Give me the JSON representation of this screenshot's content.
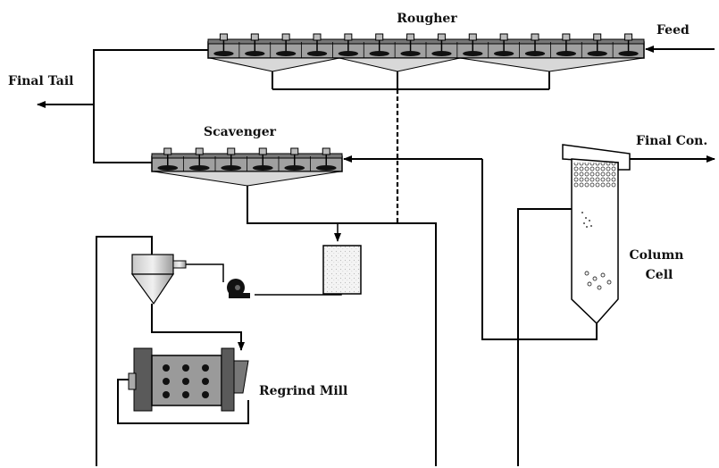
{
  "labels": {
    "rougher": "Rougher",
    "feed": "Feed",
    "final_tail": "Final Tail",
    "scavenger": "Scavenger",
    "final_con": "Final Con.",
    "column_line1": "Column",
    "column_line2": "Cell",
    "regrind_mill": "Regrind Mill"
  },
  "units": {
    "rougher_cells": 14,
    "scavenger_cells": 6
  },
  "colors": {
    "stroke": "#000000",
    "cell_fill": "#8c8c8c",
    "tank_fill": "#cccccc",
    "mill_body": "#9a9a9a"
  }
}
